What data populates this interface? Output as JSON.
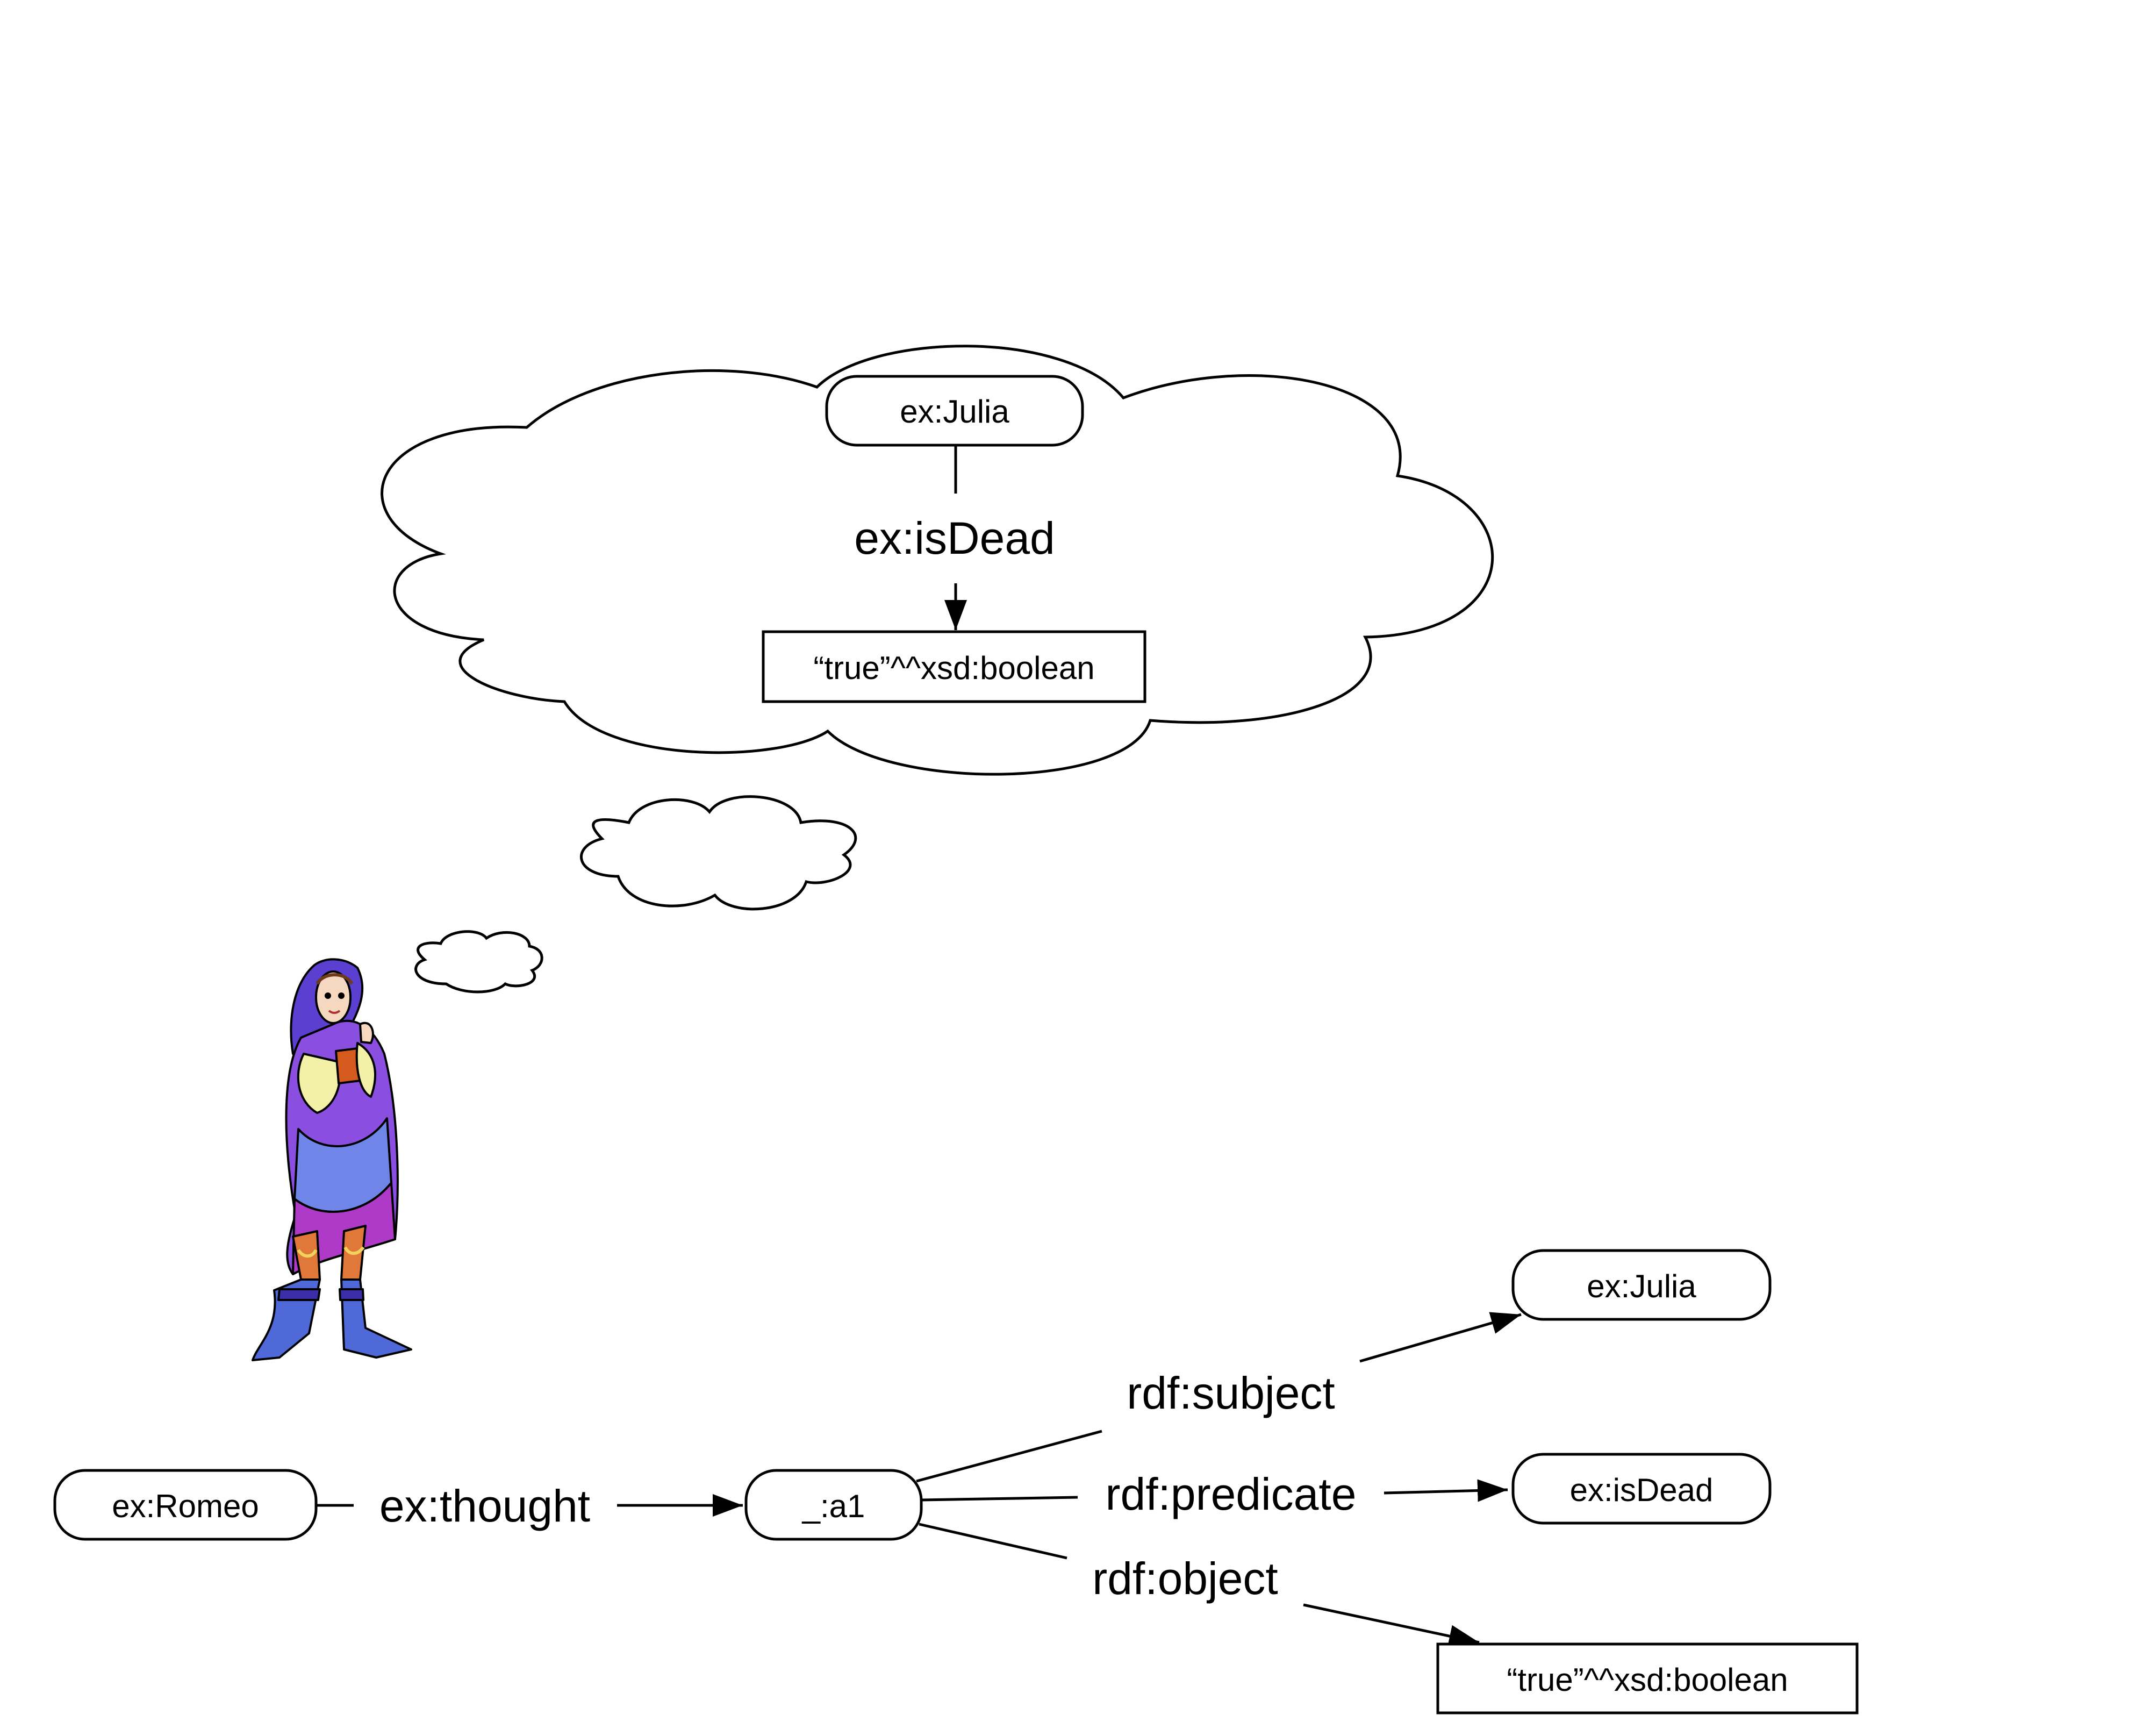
{
  "thought": {
    "subject": "ex:Julia",
    "predicate": "ex:isDead",
    "object": "“true”^^xsd:boolean"
  },
  "graph": {
    "nodes": {
      "romeo": "ex:Romeo",
      "blank": "_:a1",
      "julia": "ex:Julia",
      "isdead": "ex:isDead",
      "literal": "“true”^^xsd:boolean"
    },
    "edges": {
      "thought": "ex:thought",
      "subject": "rdf:subject",
      "predicate": "rdf:predicate",
      "object": "rdf:object"
    }
  },
  "figure_icon": "romeo-figure-icon",
  "colors": {
    "stroke": "#000000",
    "background": "#ffffff"
  }
}
